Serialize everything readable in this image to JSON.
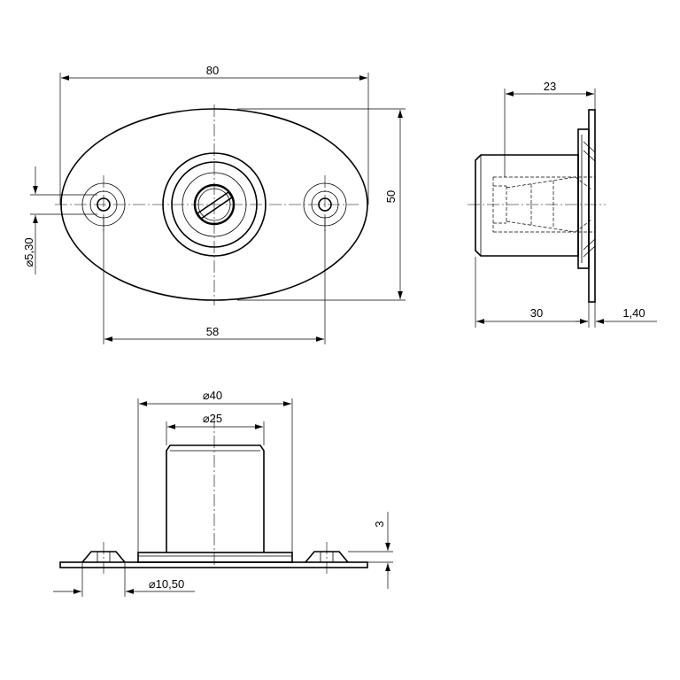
{
  "front_view": {
    "width_dim": "80",
    "height_dim": "50",
    "hole_spacing_dim": "58",
    "hole_dia_dim": "5,30"
  },
  "side_view": {
    "depth_dim": "23",
    "length_dim": "30",
    "plate_thickness_dim": "1,40"
  },
  "bottom_view": {
    "outer_dia_dim": "40",
    "inner_dia_dim": "25",
    "plate_height_dim": "3",
    "countersink_dia_dim": "10,50"
  },
  "symbols": {
    "diameter": "⌀"
  }
}
